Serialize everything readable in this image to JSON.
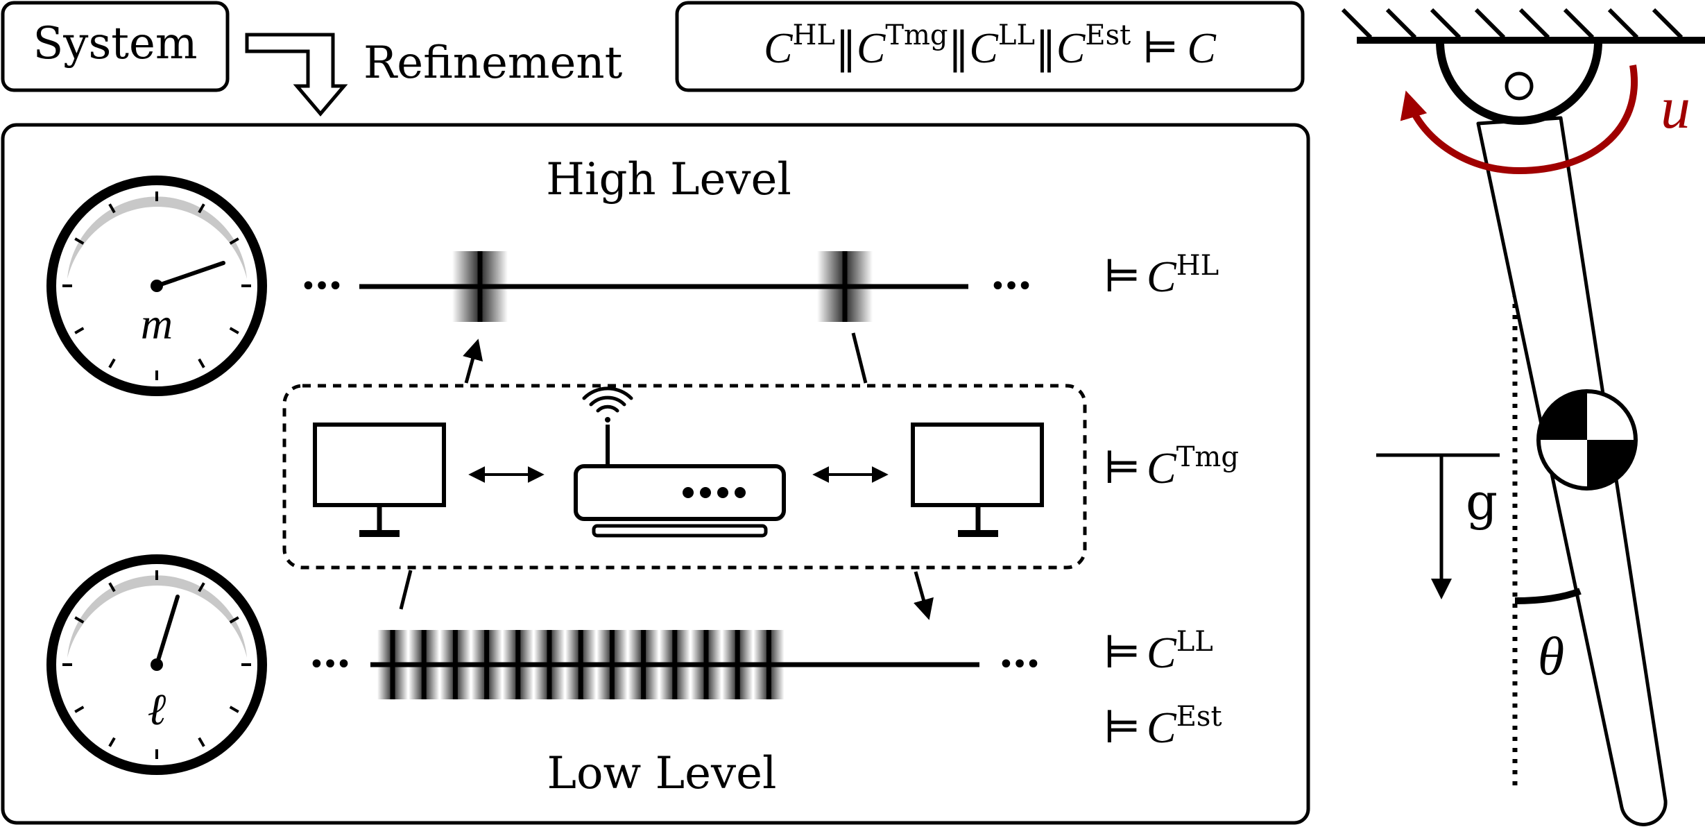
{
  "header": {
    "system_label": "System",
    "refinement_label": "Refinement",
    "composition": {
      "symbol": "C",
      "parts": [
        "HL",
        "Tmg",
        "LL",
        "Est"
      ],
      "separator": "‖",
      "entails": "⊨",
      "result": "C"
    }
  },
  "main": {
    "high_level_title": "High Level",
    "low_level_title": "Low Level",
    "high_clock_label": "m",
    "low_clock_label": "ℓ",
    "ellipsis": "•••",
    "contracts": [
      {
        "entails": "⊨",
        "symbol": "C",
        "sup": "HL"
      },
      {
        "entails": "⊨",
        "symbol": "C",
        "sup": "Tmg"
      },
      {
        "entails": "⊨",
        "symbol": "C",
        "sup": "LL"
      },
      {
        "entails": "⊨",
        "symbol": "C",
        "sup": "Est"
      }
    ]
  },
  "pendulum": {
    "input_label": "u",
    "gravity_label": "g",
    "angle_label": "θ"
  },
  "colors": {
    "ink": "#000000",
    "input_arrow": "#a00000",
    "clock_face_shadow": "#c8c8c8"
  },
  "icons": [
    "clock-icon",
    "monitor-icon",
    "router-icon",
    "wifi-icon",
    "refinement-arrow-icon",
    "center-of-mass-icon"
  ]
}
